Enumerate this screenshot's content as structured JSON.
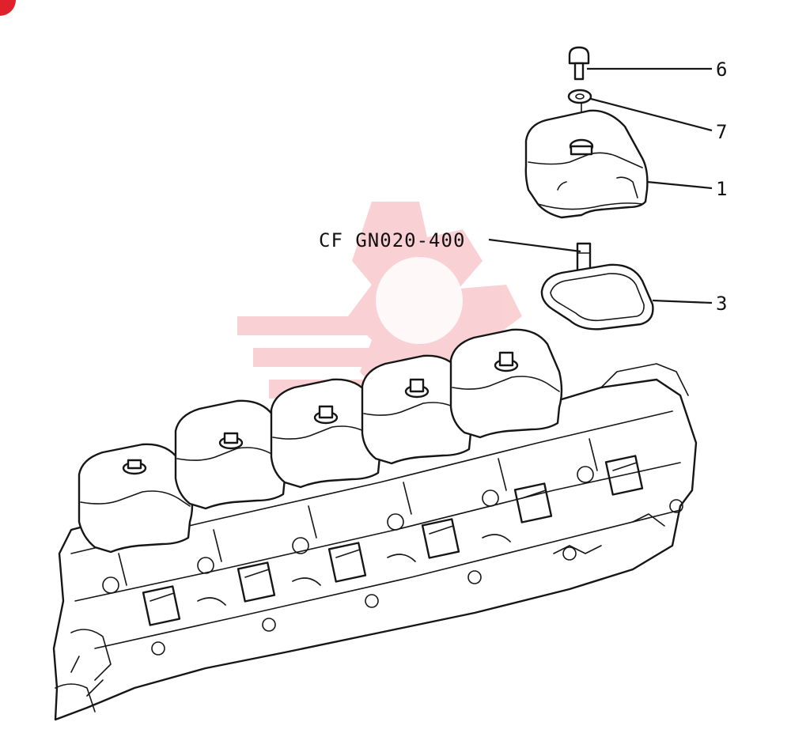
{
  "diagram": {
    "callouts": [
      {
        "id": "callout-6",
        "label": "6"
      },
      {
        "id": "callout-7",
        "label": "7"
      },
      {
        "id": "callout-1",
        "label": "1"
      },
      {
        "id": "callout-3",
        "label": "3"
      }
    ],
    "reference": "CF GN020-400",
    "colors": {
      "ink": "#161616",
      "watermark": "#e8303a",
      "corner_badge": "#e0202a",
      "background": "#ffffff"
    },
    "icons": [
      "corner-badge-icon",
      "gear-wrench-watermark-icon"
    ]
  }
}
